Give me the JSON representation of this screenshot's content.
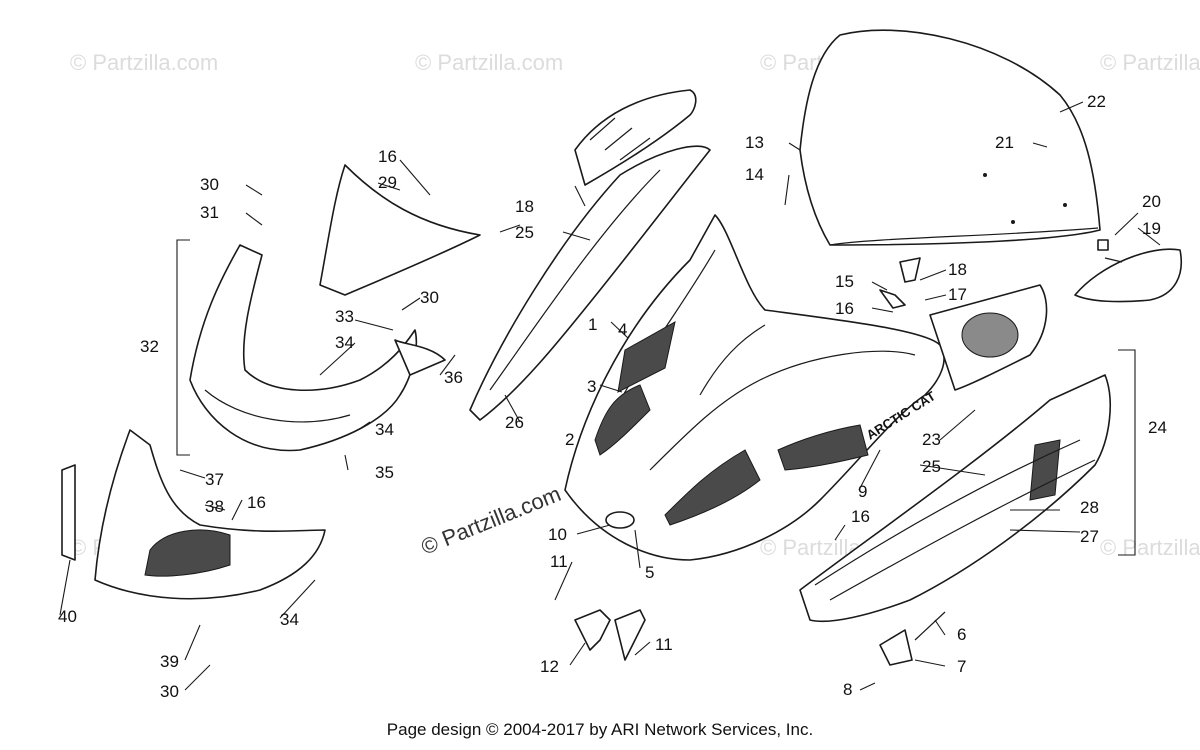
{
  "watermark": "© Partzilla.com",
  "brand_label": "ARCTIC CAT",
  "footer": "Page design © 2004-2017 by ARI Network Services, Inc.",
  "callouts": [
    "1",
    "2",
    "3",
    "4",
    "5",
    "6",
    "7",
    "8",
    "9",
    "10",
    "11",
    "11",
    "12",
    "13",
    "14",
    "15",
    "16",
    "16",
    "16",
    "16",
    "17",
    "18",
    "18",
    "19",
    "20",
    "21",
    "22",
    "23",
    "24",
    "25",
    "25",
    "26",
    "27",
    "28",
    "29",
    "30",
    "30",
    "30",
    "31",
    "32",
    "33",
    "34",
    "34",
    "34",
    "35",
    "36",
    "37",
    "38",
    "39",
    "40"
  ]
}
